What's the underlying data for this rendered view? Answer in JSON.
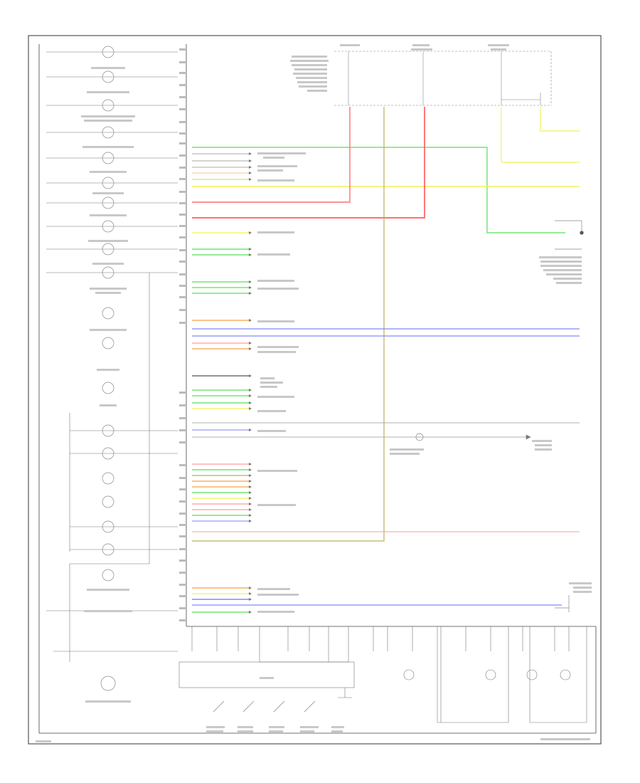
{
  "footer": {
    "left_code": "",
    "title": ""
  },
  "power_sources": [
    {
      "id": "hot-at-all-times"
    },
    {
      "id": "hot-in-on"
    },
    {
      "id": "hot-in-start"
    }
  ],
  "indicators": [
    {
      "id": "cruise-indicator"
    },
    {
      "id": "cruise-set-indicator"
    },
    {
      "id": "cvt-indicator"
    },
    {
      "id": "oil-pressure-indicator"
    },
    {
      "id": "seat-belt-indicator"
    },
    {
      "id": "tail-indicator"
    },
    {
      "id": "tail-off-indicator"
    },
    {
      "id": "charge-indicator"
    },
    {
      "id": "abs-indicator"
    },
    {
      "id": "brake-system-indicator"
    },
    {
      "id": "front-fog-indicator"
    },
    {
      "id": "rear-fog-indicator"
    },
    {
      "id": "vdc-off-indicator"
    },
    {
      "id": "vdc-indicator"
    },
    {
      "id": "left-turn-indicator"
    },
    {
      "id": "right-turn-indicator"
    },
    {
      "id": "low-fuel-indicator"
    }
  ],
  "wire_colors": {
    "green": "#55e055",
    "yellow": "#f2f25a",
    "red": "#ff4d4d",
    "pink": "#ff9a9a",
    "blue": "#6a6aff",
    "orange": "#f5a142",
    "olive": "#b8b060",
    "black": "#333333"
  },
  "gauges": [
    {
      "id": "speedometer"
    },
    {
      "id": "fuel-gauge"
    },
    {
      "id": "temp-gauge"
    },
    {
      "id": "tachometer"
    },
    {
      "id": "odo-trip"
    }
  ]
}
